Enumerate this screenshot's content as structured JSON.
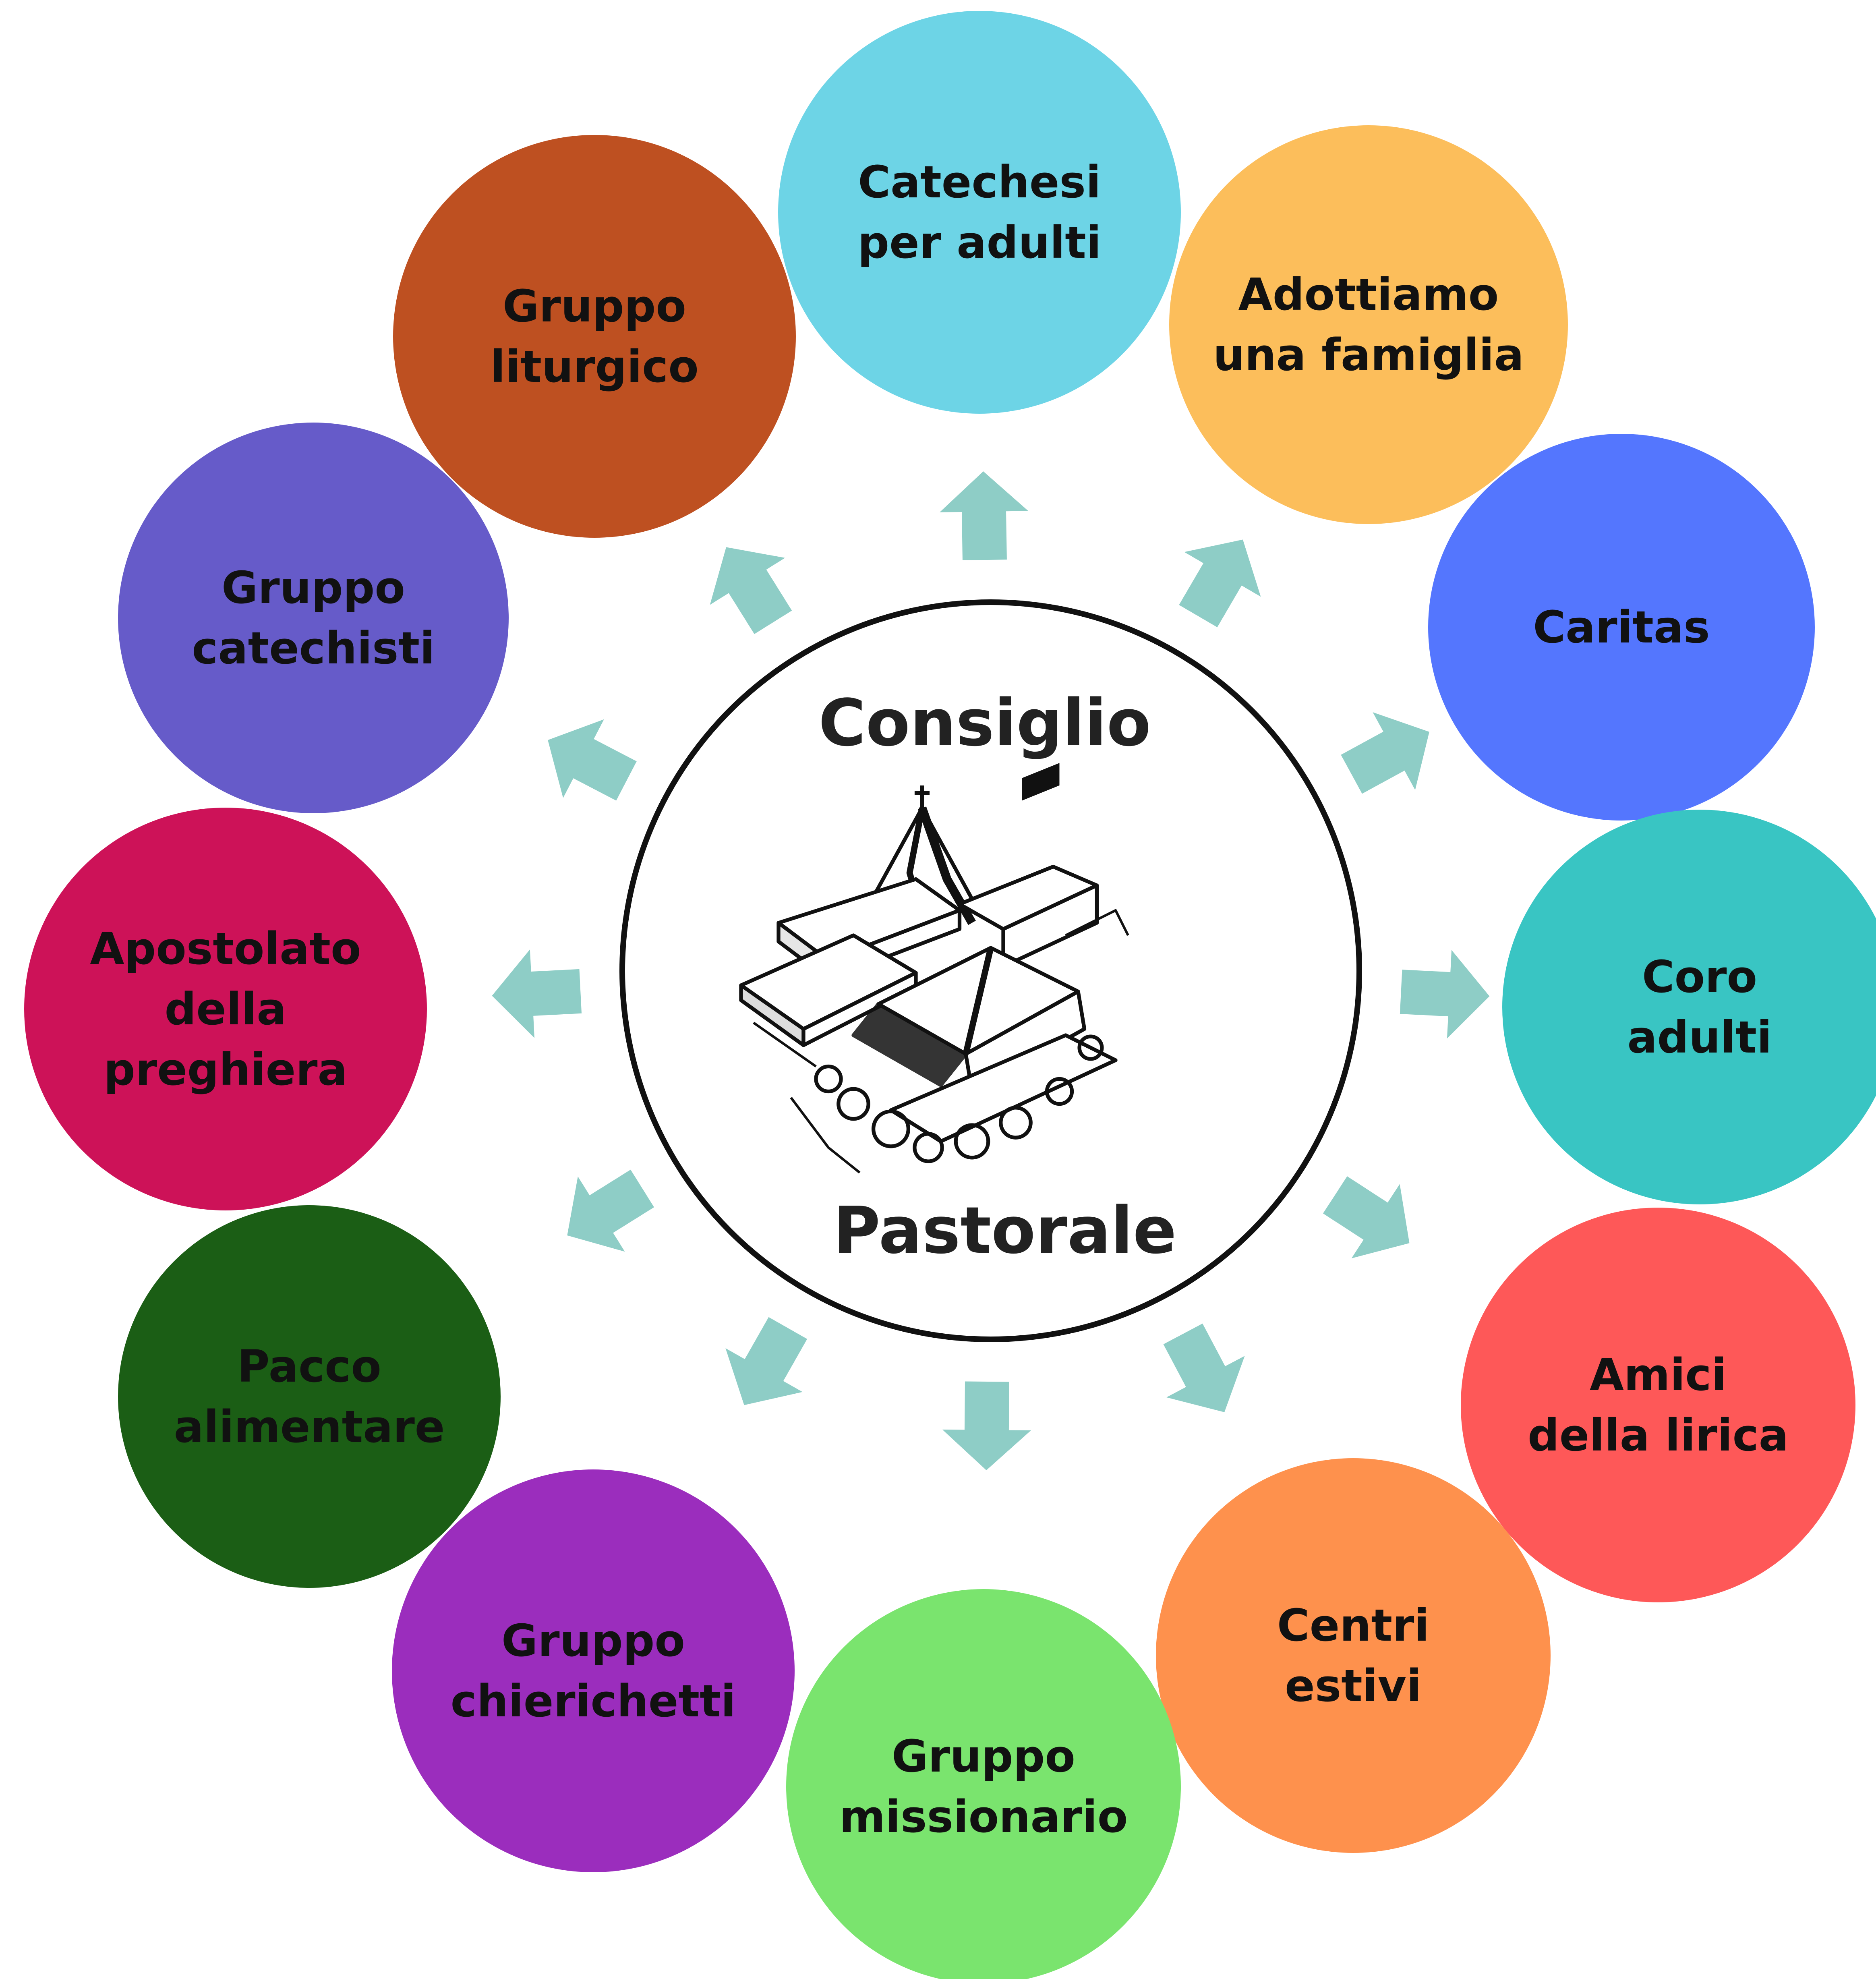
{
  "center": {
    "title_line1": "Consiglio",
    "title_line2": "Pastorale",
    "image": "church-building-sketch"
  },
  "arrow_color": "#8ecdc6",
  "groups": [
    {
      "id": "catechesi-per-adulti",
      "lines": [
        "Catechesi",
        "per adulti"
      ],
      "color": "#6dd4e6"
    },
    {
      "id": "adottiamo-una-famiglia",
      "lines": [
        "Adottiamo",
        "una famiglia"
      ],
      "color": "#fcbe5b"
    },
    {
      "id": "caritas",
      "lines": [
        "Caritas"
      ],
      "color": "#5476fe"
    },
    {
      "id": "coro-adulti",
      "lines": [
        "Coro",
        "adulti"
      ],
      "color": "#39c5c3"
    },
    {
      "id": "amici-della-lirica",
      "lines": [
        "Amici",
        "della lirica"
      ],
      "color": "#fe5858"
    },
    {
      "id": "centri-estivi",
      "lines": [
        "Centri",
        "estivi"
      ],
      "color": "#fe914d"
    },
    {
      "id": "gruppo-missionario",
      "lines": [
        "Gruppo",
        "missionario"
      ],
      "color": "#7ae46e"
    },
    {
      "id": "gruppo-chierichetti",
      "lines": [
        "Gruppo",
        "chierichetti"
      ],
      "color": "#9b2dbd"
    },
    {
      "id": "pacco-alimentare",
      "lines": [
        "Pacco",
        "alimentare"
      ],
      "color": "#1b5e15"
    },
    {
      "id": "apostolato-della-preghiera",
      "lines": [
        "Apostolato",
        "della",
        "preghiera"
      ],
      "color": "#cd1258"
    },
    {
      "id": "gruppo-catechisti",
      "lines": [
        "Gruppo",
        "catechisti"
      ],
      "color": "#665bc9"
    },
    {
      "id": "gruppo-liturgico",
      "lines": [
        "Gruppo",
        "liturgico"
      ],
      "color": "#be5021"
    }
  ]
}
